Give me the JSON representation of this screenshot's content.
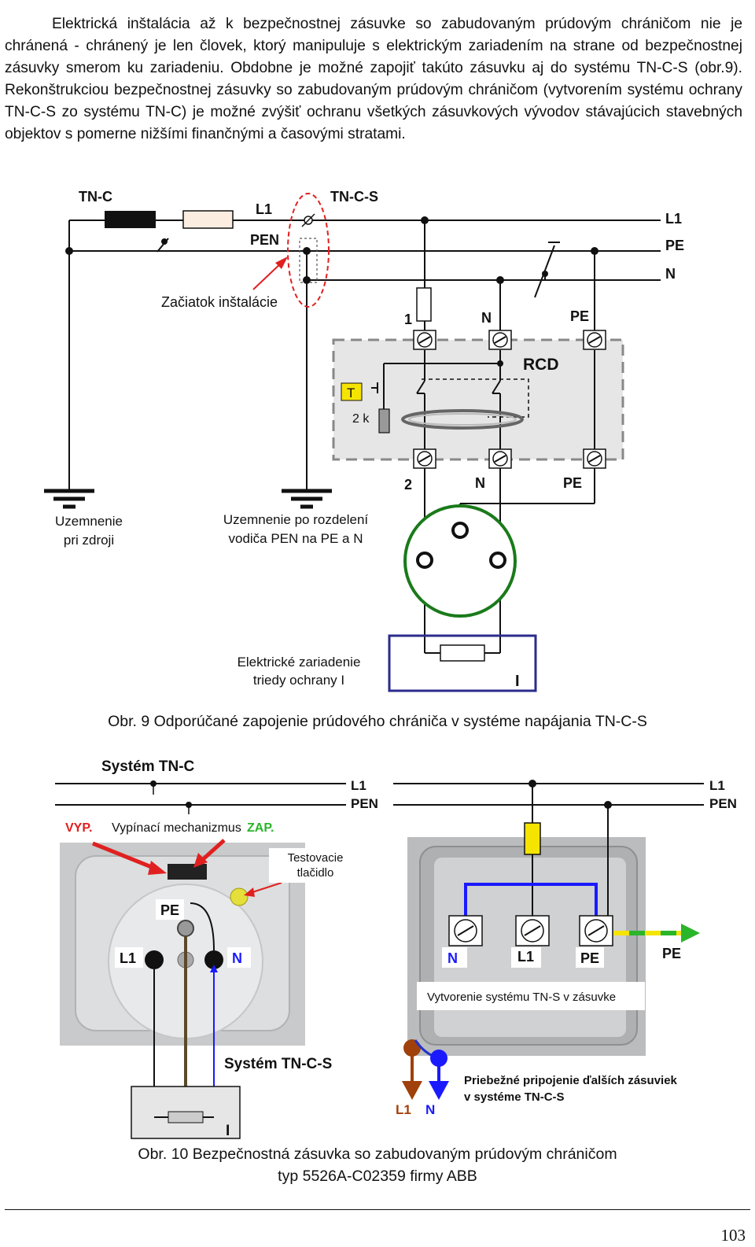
{
  "paragraph": "Elektrická inštalácia až k bezpečnostnej zásuvke so zabudovaným prúdovým chráničom nie je chránená - chránený je len človek, ktorý manipuluje s elektrickým zariadením na strane od bezpečnostnej zásuvky smerom ku zariadeniu. Obdobne je možné zapojiť takúto zásuvku aj do systému TN-C-S (obr.9). Rekonštrukciou bezpečnostnej zásuvky so zabudovaným prúdovým chráničom (vytvorením systému ochrany TN-C-S zo systému TN-C) je možné zvýšiť ochranu všetkých zásuvkových vývodov stávajúcich stavebných objektov s pomerne nižšími finančnými a časovými stratami.",
  "fig9": {
    "tnc": "TN-C",
    "l1": "L1",
    "pen": "PEN",
    "tncs": "TN-C-S",
    "right_l1": "L1",
    "right_pe": "PE",
    "right_n": "N",
    "start": "Začiatok inštalácie",
    "term_1": "1",
    "term_n_top": "N",
    "term_pe_top": "PE",
    "rcd": "RCD",
    "test_t": "T",
    "r2k": "2 k",
    "term_2": "2",
    "term_n_bot": "N",
    "term_pe_bot": "PE",
    "ground1_line1": "Uzemnenie",
    "ground1_line2": "pri zdroji",
    "ground2_line1": "Uzemnenie po rozdelení",
    "ground2_line2": "vodiča PEN na PE a N",
    "device_line1": "Elektrické zariadenie",
    "device_line2": "triedy ochrany I",
    "device_class": "I",
    "caption": "Obr. 9 Odporúčané zapojenie prúdového chrániča v systéme napájania TN-C-S"
  },
  "fig10": {
    "system_tnc": "Systém TN-C",
    "l1_a": "L1",
    "pen_a": "PEN",
    "l1_b": "L1",
    "pen_b": "PEN",
    "vyp": "VYP.",
    "mechanism": "Vypínací mechanizmus",
    "zap": "ZAP.",
    "test_line1": "Testovacie",
    "test_line2": "tlačidlo",
    "pe_label": "PE",
    "l1_socket": "L1",
    "n_socket": "N",
    "system_tncs": "Systém TN-C-S",
    "class_i": "I",
    "n_term": "N",
    "l1_term": "L1",
    "pe_term": "PE",
    "pe_arrow": "PE",
    "tns_note": "Vytvorenie systému TN-S v zásuvke",
    "l1_down": "L1",
    "n_down": "N",
    "passthrough_line1": "Priebežné pripojenie ďalších zásuviek",
    "passthrough_line2": "v systéme TN-C-S",
    "caption_line1": "Obr. 10 Bezpečnostná zásuvka so zabudovaným prúdovým chráničom",
    "caption_line2": "typ 5526A-C02359 firmy ABB"
  },
  "page_number": "103",
  "colors": {
    "red": "#e02020",
    "blue": "#1a1aff",
    "green": "#1a7a1a",
    "brown": "#a0400a",
    "yellow": "#f5e400",
    "device_frame": "#2b2b8c"
  }
}
